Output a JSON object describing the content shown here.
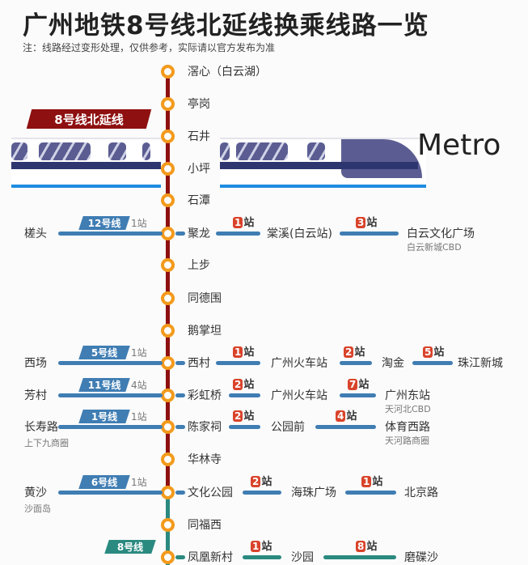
{
  "title": "广州地铁8号线北延线换乘线路一览",
  "note": "注：线路经过变形处理，仅供参考，实际请以官方发布为准",
  "banner": "8号线北延线",
  "logo": "Metro",
  "colors": {
    "line8north": "#8e1010",
    "line8": "#2a8a80",
    "transfer": "#3f7db3",
    "dot": "#f39a1c",
    "badge": "#d9432a"
  },
  "stations": [
    "滘心（白云湖）",
    "亭岗",
    "石井",
    "小坪",
    "石潭",
    "聚龙",
    "上步",
    "同德围",
    "鹅掌坦",
    "西村",
    "彩虹桥",
    "陈家祠",
    "华林寺",
    "文化公园",
    "同福西",
    "凤凰新村"
  ],
  "transfers": [
    {
      "station_index": 5,
      "left": {
        "station": "槎头",
        "line": "12号线",
        "count": "1站"
      },
      "right": [
        {
          "n": "1",
          "u": "站"
        },
        {
          "s": "棠溪(白云站)"
        },
        {
          "n": "3",
          "u": "站"
        },
        {
          "s": "白云文化广场",
          "sub": "白云新城CBD"
        }
      ]
    },
    {
      "station_index": 9,
      "left": {
        "station": "西场",
        "line": "5号线",
        "count": "1站"
      },
      "right": [
        {
          "n": "1",
          "u": "站"
        },
        {
          "s": "广州火车站"
        },
        {
          "n": "2",
          "u": "站"
        },
        {
          "s": "淘金"
        },
        {
          "n": "5",
          "u": "站"
        },
        {
          "s": "珠江新城"
        }
      ]
    },
    {
      "station_index": 10,
      "left": {
        "station": "芳村",
        "line": "11号线",
        "count": "4站"
      },
      "right": [
        {
          "n": "2",
          "u": "站"
        },
        {
          "s": "广州火车站"
        },
        {
          "n": "7",
          "u": "站"
        },
        {
          "s": "广州东站",
          "sub": "天河北CBD"
        }
      ]
    },
    {
      "station_index": 11,
      "left": {
        "station": "长寿路",
        "sub": "上下九商圈",
        "line": "1号线",
        "count": "1站"
      },
      "right": [
        {
          "n": "2",
          "u": "站"
        },
        {
          "s": "公园前"
        },
        {
          "n": "4",
          "u": "站"
        },
        {
          "s": "体育西路",
          "sub": "天河路商圈"
        }
      ]
    },
    {
      "station_index": 13,
      "left": {
        "station": "黄沙",
        "sub": "沙面岛",
        "line": "6号线",
        "count": "1站"
      },
      "right": [
        {
          "n": "2",
          "u": "站"
        },
        {
          "s": "海珠广场"
        },
        {
          "n": "1",
          "u": "站"
        },
        {
          "s": "北京路"
        }
      ]
    },
    {
      "station_index": 15,
      "left": {
        "line": "8号线"
      },
      "right": [
        {
          "n": "1",
          "u": "站"
        },
        {
          "s": "沙园"
        },
        {
          "n": "8",
          "u": "站"
        },
        {
          "s": "磨碟沙"
        }
      ]
    }
  ]
}
